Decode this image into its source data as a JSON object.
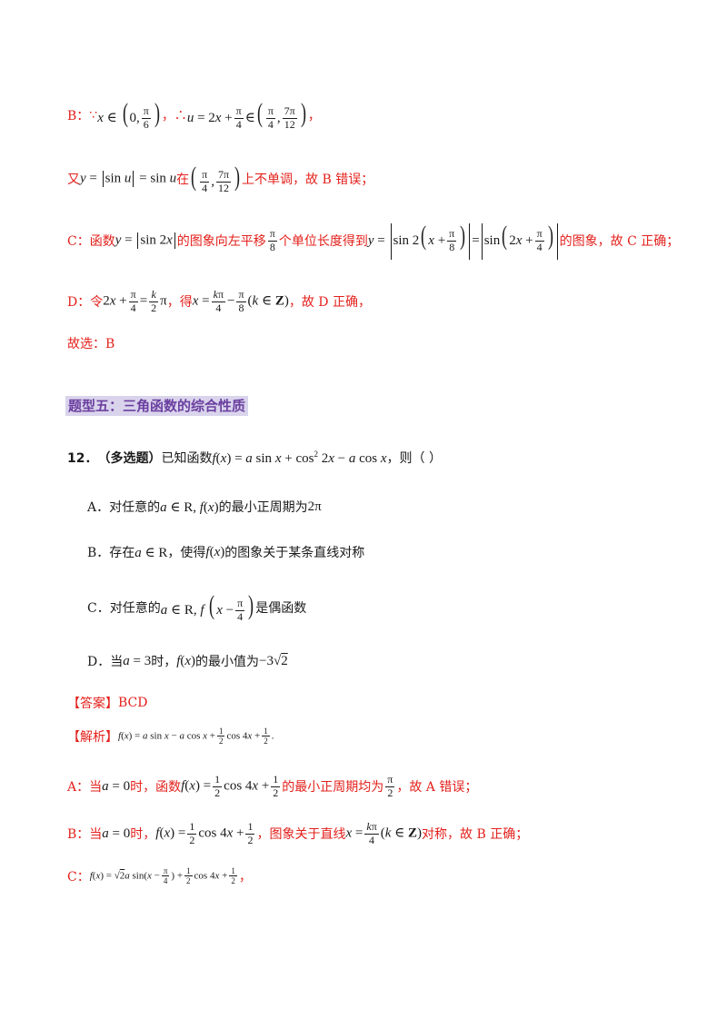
{
  "lines": {
    "b_label": "B：",
    "b_because": "∵",
    "b_therefore": "，∴",
    "b_comma": "，",
    "you_label": "又",
    "you_mid": "在",
    "you_tail": "上不单调，故 B 错误；",
    "c_label": "C：函数",
    "c_mid": "的图象向左平移",
    "c_mid2": "个单位长度得到",
    "c_tail": "的图象，故 C 正确；",
    "d_label": "D：令",
    "d_mid": "，得",
    "d_tail": "，故 D 正确，",
    "guxuan": "故选：B"
  },
  "section_title": "题型五：三角函数的综合性质",
  "question": {
    "number": "12．",
    "type": "（多选题）",
    "stem_pre": "已知函数",
    "stem_post": "，则（    ）",
    "options": {
      "a_pre": "A．对任意的",
      "a_post": "的最小正周期为",
      "b_pre": "B．存在",
      "b_mid": "，使得",
      "b_post": "的图象关于某条直线对称",
      "c_pre": "C．对任意的",
      "c_post": "是偶函数",
      "d_pre": "D．当",
      "d_mid": "时，",
      "d_post": "的最小值为"
    }
  },
  "answer": {
    "label": "【答案】",
    "value": "BCD"
  },
  "analysis": {
    "label": "【解析】",
    "a_pre": "A：当",
    "a_mid": "时，函数",
    "a_mid2": "的最小正周期均为",
    "a_tail": "，故 A 错误；",
    "b_pre": "B：当",
    "b_mid": "时，",
    "b_mid2": "，图象关于直线",
    "b_tail": "对称，故 B 正确；",
    "c_pre": "C：",
    "c_tail": "，"
  }
}
